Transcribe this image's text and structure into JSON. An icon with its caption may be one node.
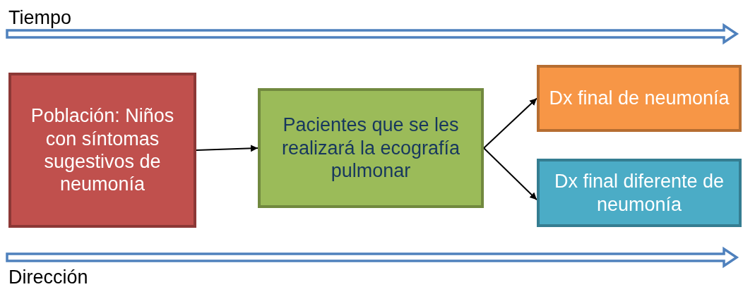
{
  "diagram": {
    "nodes": [
      {
        "text": [
          "Población: Niños con síntomas sugestivos de neumonía"
        ]
      },
      {
        "text": [
          "Pacientes que se les realizará la ecografía pulmonar"
        ]
      },
      {
        "text": [
          "Dx final de neumonía"
        ]
      },
      {
        "text": [
          "Dx final diferente de neumonía"
        ]
      }
    ],
    "edges": [
      {
        "from": 0,
        "to": 1,
        "arrow": "to"
      },
      {
        "from": 1,
        "to": 2,
        "arrow": "to"
      },
      {
        "from": 1,
        "to": 3,
        "arrow": "to"
      }
    ],
    "labels": [
      "Tiempo",
      "Dirección"
    ]
  }
}
